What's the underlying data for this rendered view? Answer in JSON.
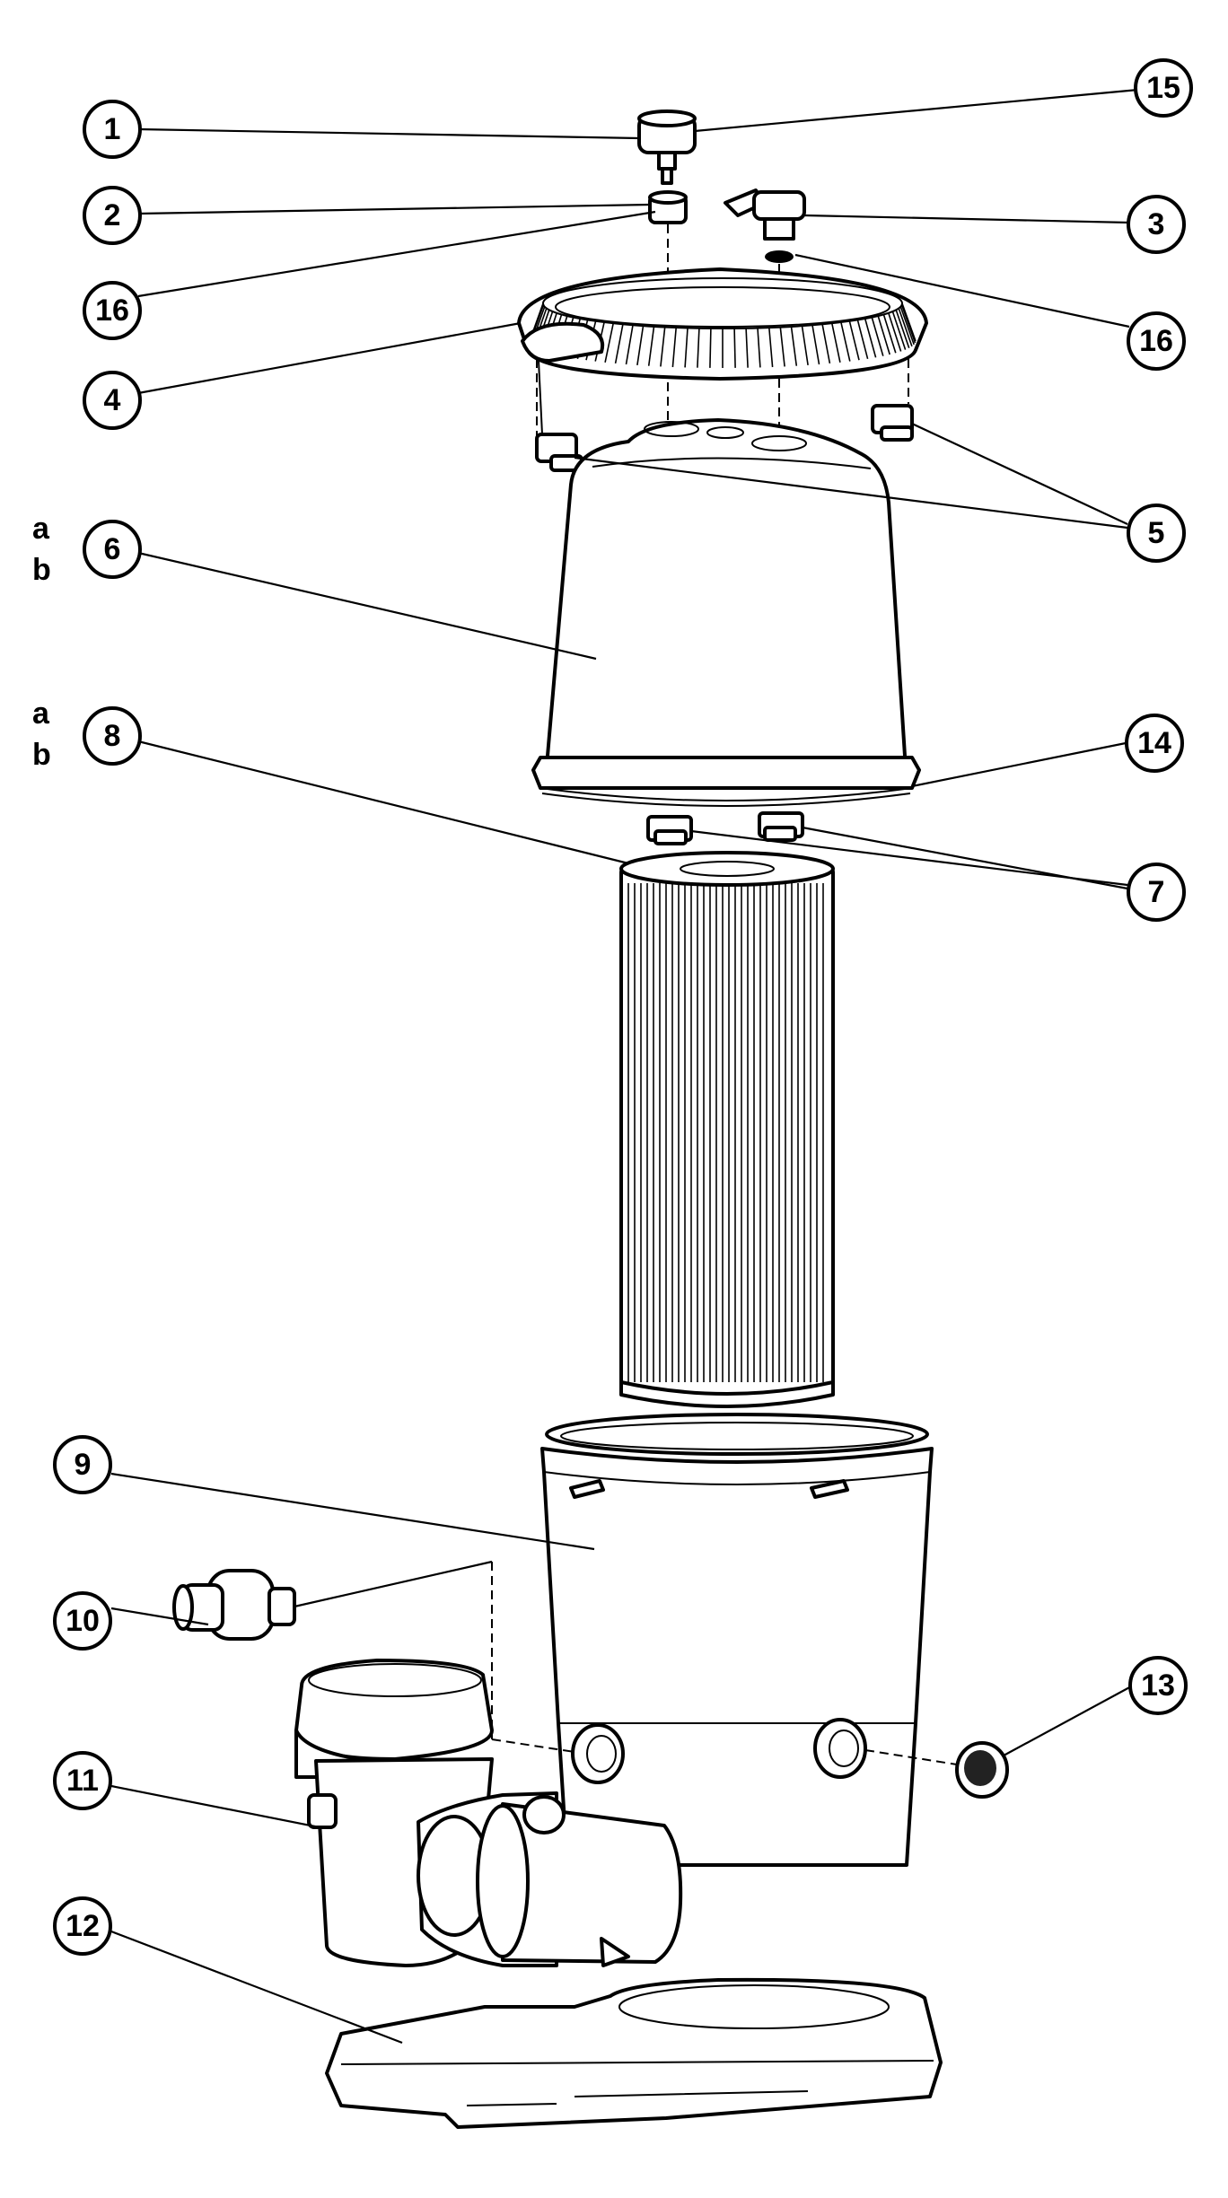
{
  "callouts": [
    {
      "id": "c1",
      "label": "1"
    },
    {
      "id": "c15",
      "label": "15"
    },
    {
      "id": "c2",
      "label": "2"
    },
    {
      "id": "c3",
      "label": "3"
    },
    {
      "id": "c16a",
      "label": "16"
    },
    {
      "id": "c16b",
      "label": "16"
    },
    {
      "id": "c4",
      "label": "4"
    },
    {
      "id": "c5",
      "label": "5"
    },
    {
      "id": "c6",
      "label": "6"
    },
    {
      "id": "c8",
      "label": "8"
    },
    {
      "id": "c14",
      "label": "14"
    },
    {
      "id": "c7",
      "label": "7"
    },
    {
      "id": "c9",
      "label": "9"
    },
    {
      "id": "c10",
      "label": "10"
    },
    {
      "id": "c11",
      "label": "11"
    },
    {
      "id": "c12",
      "label": "12"
    },
    {
      "id": "c13",
      "label": "13"
    }
  ],
  "variants": {
    "part6": {
      "a": "a",
      "b": "b"
    },
    "part8": {
      "a": "a",
      "b": "b"
    }
  }
}
